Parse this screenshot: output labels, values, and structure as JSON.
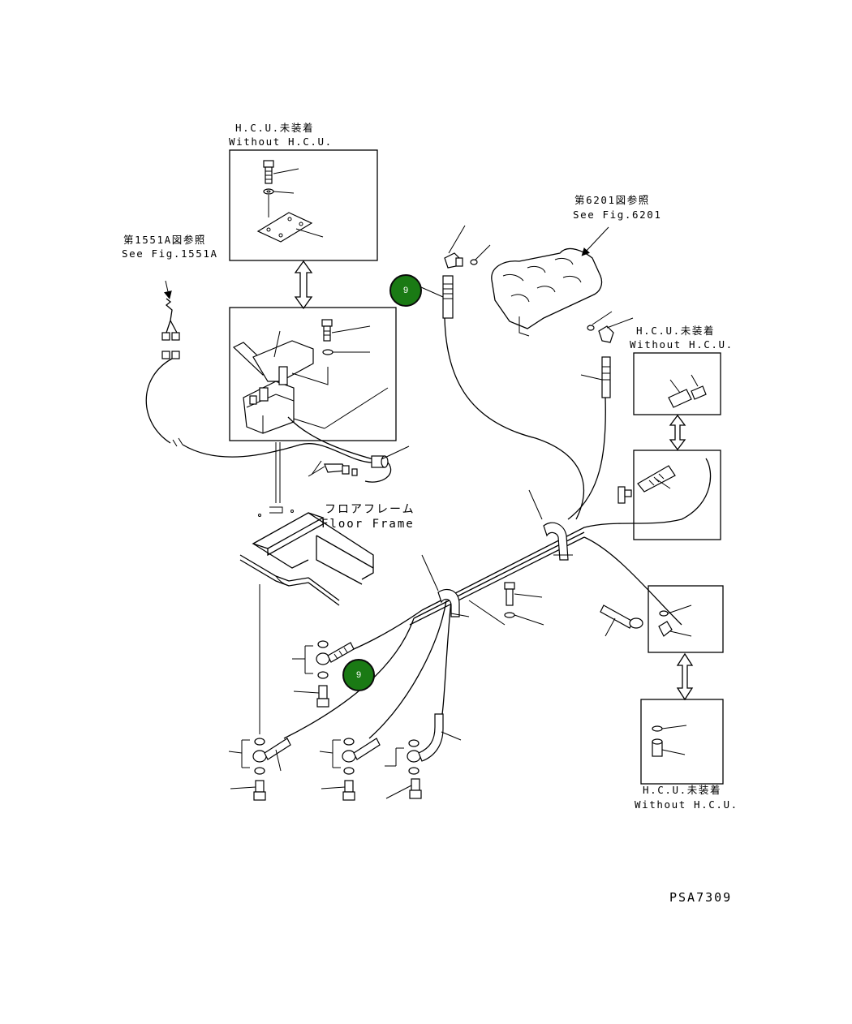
{
  "labels": {
    "hcu_top_jp": "H.C.U.未装着",
    "hcu_top_en": "Without H.C.U.",
    "fig1551_jp": "第1551A図参照",
    "fig1551_en": "See Fig.1551A",
    "fig6201_jp": "第6201図参照",
    "fig6201_en": "See Fig.6201",
    "hcu_right_jp": "H.C.U.未装着",
    "hcu_right_en": "Without H.C.U.",
    "floor_jp": "フロアフレーム",
    "floor_en": "Floor Frame",
    "hcu_bottom_jp": "H.C.U.未装着",
    "hcu_bottom_en": "Without H.C.U."
  },
  "callouts": [
    {
      "label": "9"
    },
    {
      "label": "9"
    }
  ],
  "drawing_code": "PSA7309"
}
